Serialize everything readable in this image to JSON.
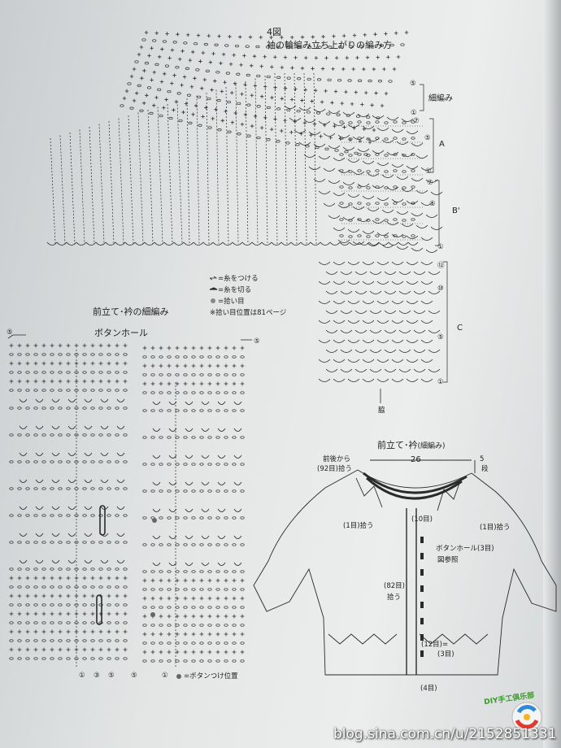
{
  "sleeve": {
    "title_1": "4図",
    "title_2": "袖の輪編み立ち上がりの編み方",
    "label_hosoami": "細編み",
    "label_a": "A",
    "label_b": "B'",
    "label_c": "C",
    "row_marks_hosoami": [
      "⑤",
      "①"
    ],
    "row_marks_a": [
      "⑦",
      "⑤",
      "①"
    ],
    "row_marks_b": [
      "⑦",
      "⑤",
      "①"
    ],
    "row_marks_c": [
      "⑫",
      "⑩",
      "⑤",
      "①"
    ],
    "waki": "脇"
  },
  "legend": {
    "attach": "=糸をつける",
    "cut": "=糸を切る",
    "pickup": "=拾い目",
    "note": "※拾い目位置は81ページ"
  },
  "front_band": {
    "title": "前立て･衿の細編み",
    "buttonhole": "ボタンホール",
    "row_left": "⑤",
    "row_right": "⑤",
    "bottom_marks": [
      "①",
      "③",
      "⑤",
      "⑤",
      "①"
    ],
    "button_legend": "=ボタンつけ位置"
  },
  "schematic": {
    "title": "前立て･衿",
    "title_sub": "(細編み)",
    "width": "26",
    "from_back": "前後から",
    "from_back_count": "(92目)拾う",
    "rows": "5",
    "rows_unit": "段",
    "pick_1": "(1目)拾う",
    "pick_1_right": "(1目)拾う",
    "ten": "(10目)",
    "buttonhole": "ボタンホール(3目)",
    "see_fig": "図参照",
    "p82": "(82目)",
    "p82_b": "拾う",
    "twelve": "(12目)",
    "twelve_eq": "=",
    "three": "(3目)",
    "four": "(4目)"
  },
  "watermark": {
    "url": "blog.sina.com.cn/u/2152851331",
    "logo_text": "DIY手工俱乐部"
  },
  "colors": {
    "ink": "#2a2a2a",
    "paper": "#e6e8e8"
  }
}
